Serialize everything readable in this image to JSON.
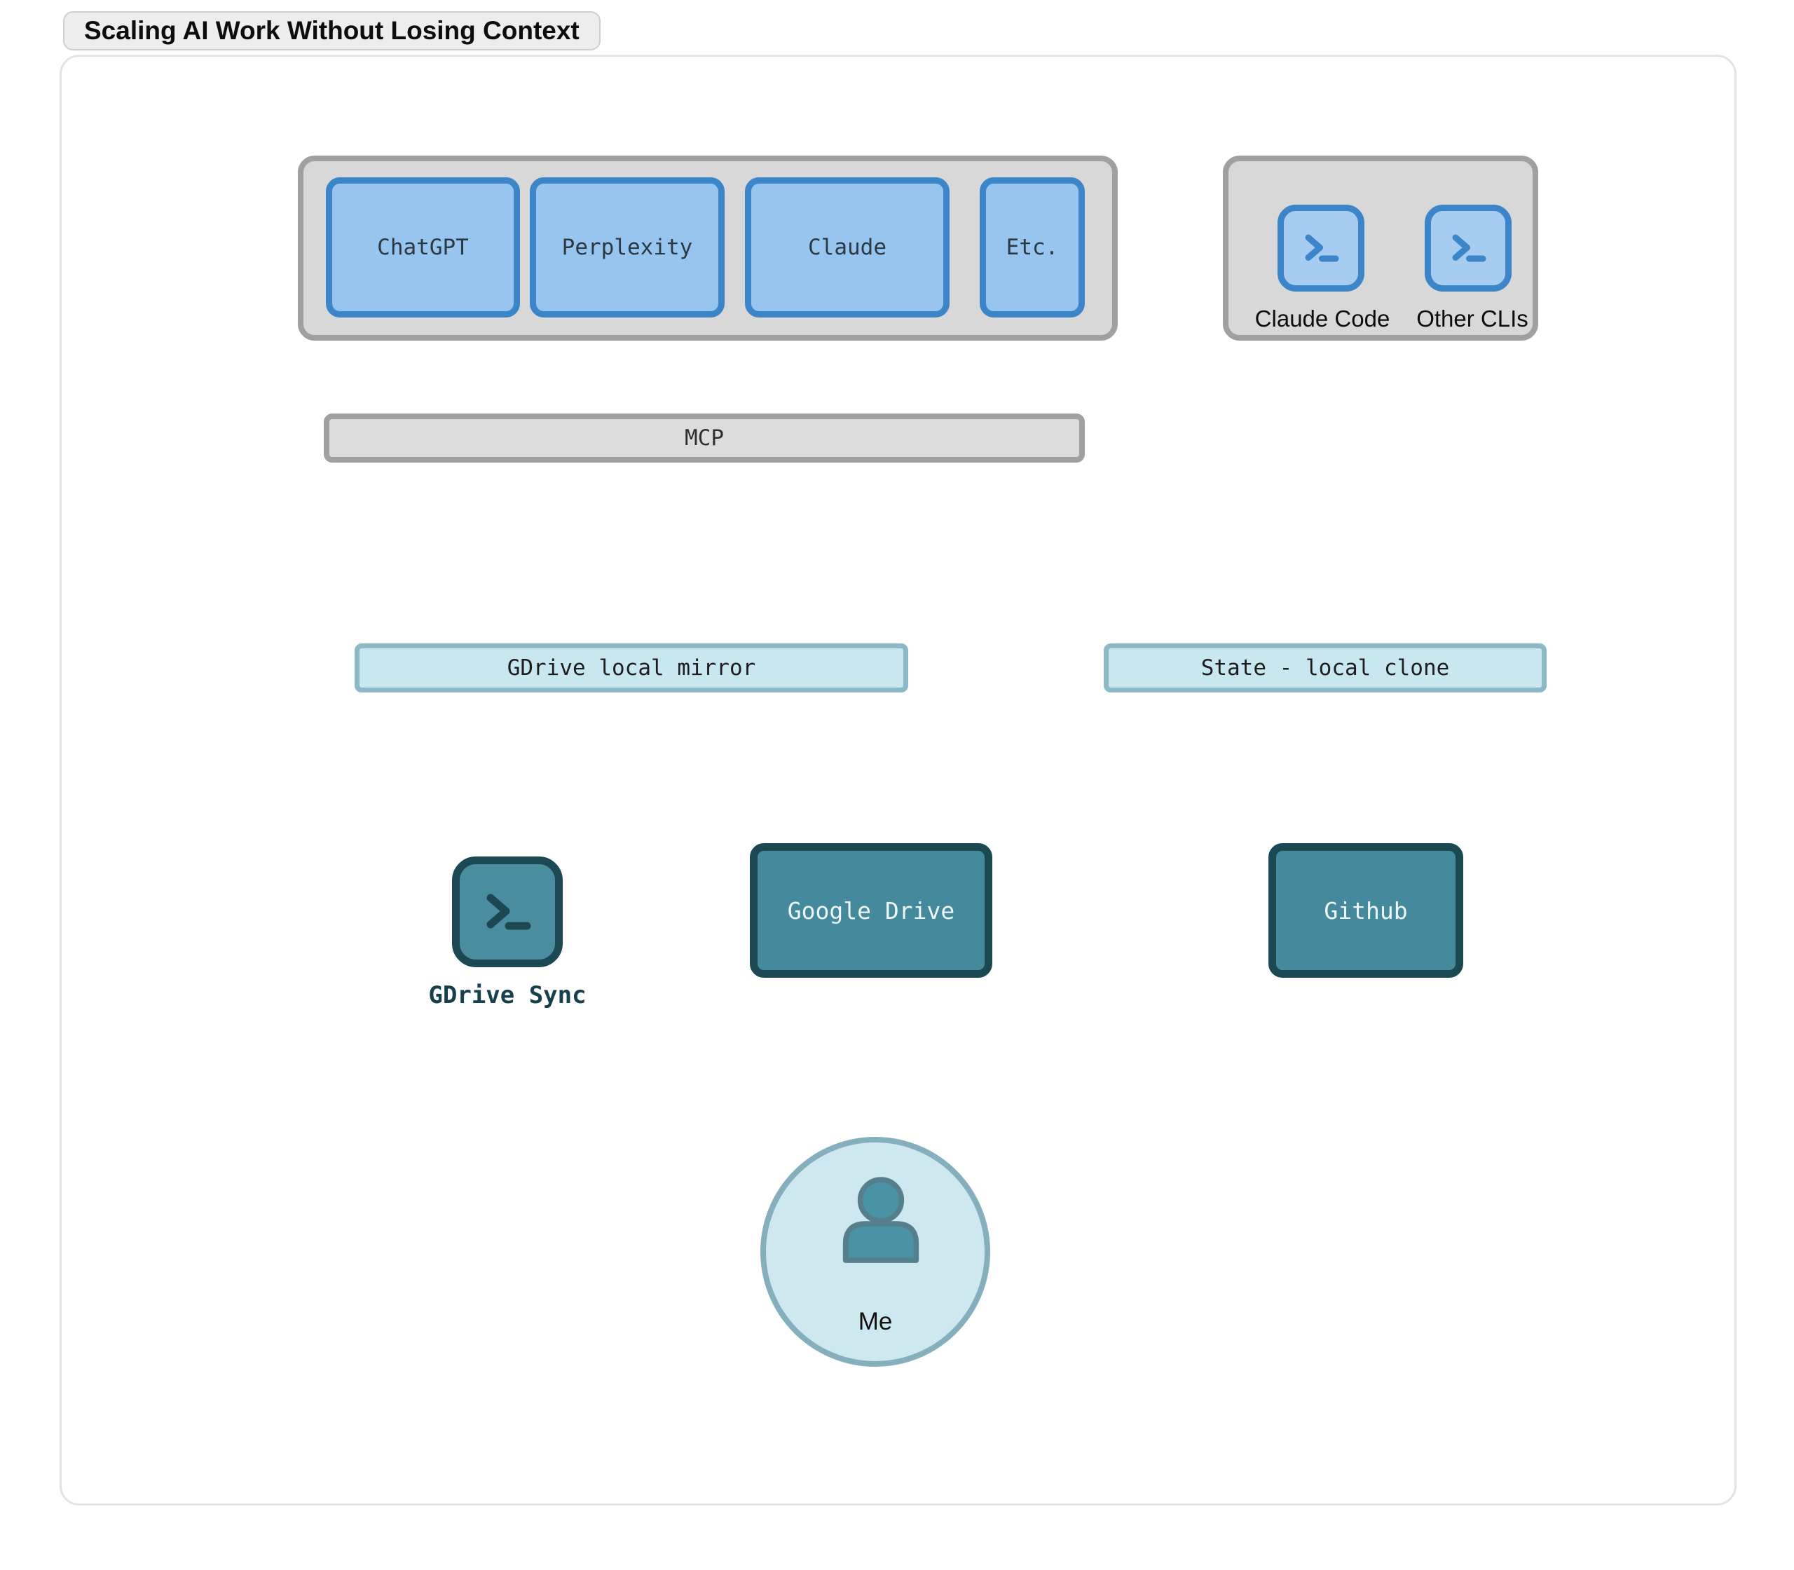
{
  "title": "Scaling AI Work Without Losing Context",
  "palette": {
    "blue_box_fill": "#97c5f0",
    "blue_box_border": "#3c85c9",
    "gray_group_fill": "#d8d8d8",
    "gray_group_border": "#a0a0a0",
    "cyan_bar_fill": "#c8e7ee",
    "cyan_bar_border": "#8db8c5",
    "teal_box_fill": "#45899c",
    "teal_box_border": "#1c4854",
    "me_circle_fill": "#cde9ef",
    "me_circle_border": "#85afbc",
    "teal_wire": "#4e7b89",
    "gray_wire": "#7c7c7c",
    "gray_dash_wire": "#9f9f9f",
    "blue_dash_wire": "#93c3ef"
  },
  "groups": {
    "ai_apps": {
      "items": [
        "ChatGPT",
        "Perplexity",
        "Claude",
        "Etc."
      ]
    },
    "clis": {
      "items": [
        {
          "label": "Claude Code"
        },
        {
          "label": "Other CLIs"
        }
      ]
    }
  },
  "nodes": {
    "mcp": "MCP",
    "gdrive_mirror": "GDrive local mirror",
    "state_clone": "State - local clone",
    "gdrive_sync": "GDrive Sync",
    "google_drive": "Google Drive",
    "github": "Github",
    "me": "Me"
  }
}
